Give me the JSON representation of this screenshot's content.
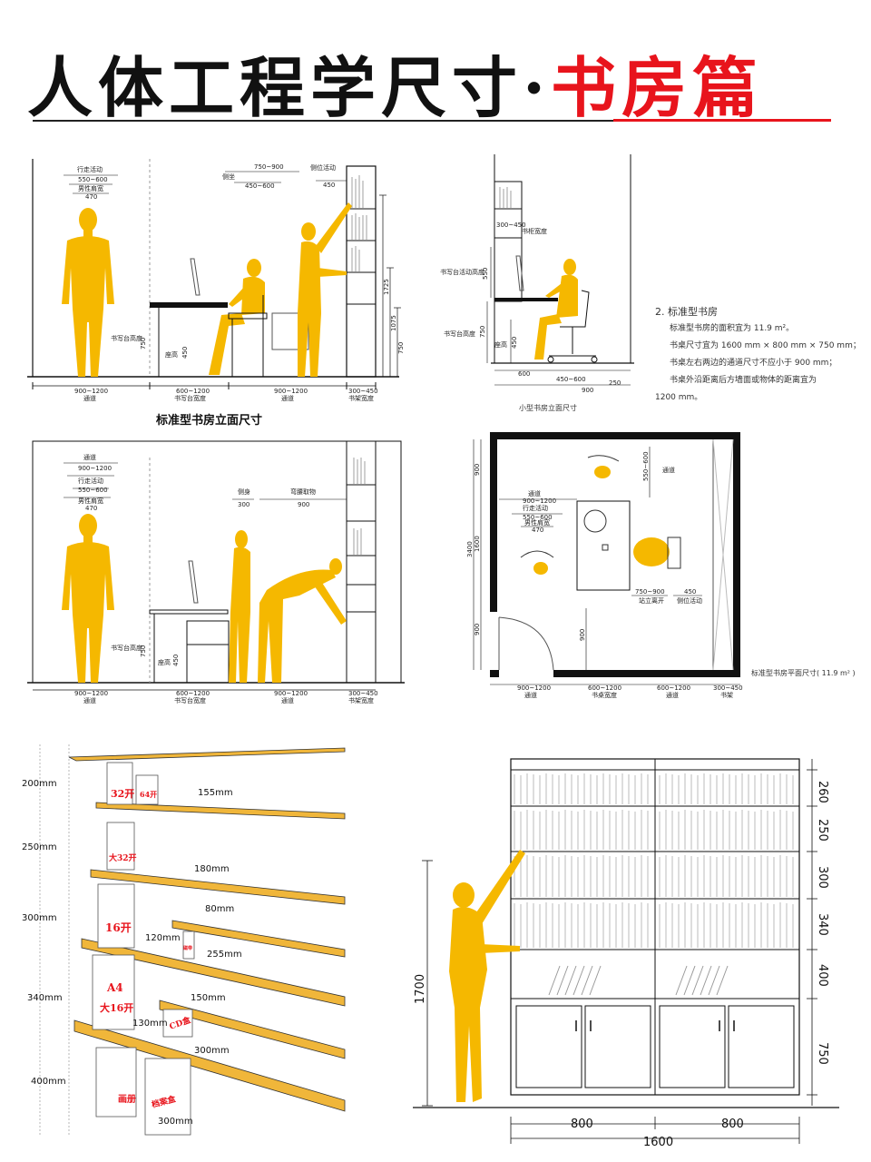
{
  "title": {
    "main": "人体工程学尺寸",
    "dot": "·",
    "accent": "书房篇"
  },
  "colors": {
    "figure": "#f5b800",
    "accent": "#e8141c",
    "shelf": "#f0b63a"
  },
  "panel1": {
    "caption": "标准型书房立面尺寸",
    "dims_top": {
      "walk": "行走活动",
      "walk_val": "550~600",
      "male": "男性肩宽",
      "male_val": "470",
      "side": "侧坐",
      "side_w": "750~900",
      "side_val": "450~600",
      "reach": "侧位活动",
      "reach_val": "450"
    },
    "labels": {
      "desk_h": "书写台高度",
      "desk_v": "750",
      "seat": "座高",
      "seat_v": "450",
      "h1": "1725",
      "h2": "1075",
      "h3": "750"
    },
    "bottom": [
      {
        "val": "900~1200",
        "name": "通道"
      },
      {
        "val": "600~1200",
        "name": "书写台宽度"
      },
      {
        "val": "900~1200",
        "name": "通道"
      },
      {
        "val": "300~450",
        "name": "书架宽度"
      }
    ]
  },
  "panel2": {
    "caption": "小型书房立面尺寸",
    "labels": {
      "shelf": "书柜宽度",
      "shelf_v": "300~450",
      "act": "书写台活动高度",
      "act_v": "550",
      "desk": "书写台高度",
      "desk_v": "750",
      "seat": "座高",
      "seat_v": "450"
    },
    "bottom": [
      {
        "val": "600"
      },
      {
        "val": "450~600"
      },
      {
        "val": "250"
      },
      {
        "val": "900"
      }
    ],
    "notes": {
      "heading": "2. 标准型书房",
      "lines": [
        "标准型书房的面积宜为 11.9 m²。",
        "书桌尺寸宜为 1600 mm × 800 mm × 750 mm；",
        "书桌左右两边的通道尺寸不应小于 900 mm；",
        "书桌外沿距离后方墙面或物体的距离宜为",
        "1200 mm。"
      ]
    }
  },
  "panel3": {
    "dims_top": {
      "aisle": "通道",
      "aisle_val": "900~1200",
      "walk": "行走活动",
      "walk_val": "550~600",
      "male": "男性肩宽",
      "male_val": "470",
      "side": "侧身",
      "side_val": "300",
      "bend": "弯腰取物",
      "bend_val": "900"
    },
    "labels": {
      "desk_h": "书写台高度",
      "desk_v": "750",
      "seat": "座高",
      "seat_v": "450"
    },
    "bottom": [
      {
        "val": "900~1200",
        "name": "通道"
      },
      {
        "val": "600~1200",
        "name": "书写台宽度"
      },
      {
        "val": "900~1200",
        "name": "通道"
      },
      {
        "val": "300~450",
        "name": "书架宽度"
      }
    ]
  },
  "panel4": {
    "caption": "标准型书房平面尺寸( 11.9 m² )",
    "labels": {
      "aisle": "通道",
      "aisle_val": "900~1200",
      "walk": "行走活动",
      "walk_val": "550~600",
      "male": "男性肩宽",
      "male_val": "470",
      "top_aisle": "通道",
      "stand": "站立离开",
      "stand_val": "750~900",
      "side": "侧位活动",
      "side_val": "450",
      "v1": "900",
      "v2": "1600",
      "v3": "900",
      "v4": "3400",
      "v5": "550~600",
      "v6": "900"
    },
    "bottom": [
      {
        "val": "900~1200",
        "name": "通道"
      },
      {
        "val": "600~1200",
        "name": "书桌宽度"
      },
      {
        "val": "600~1200",
        "name": "通道"
      },
      {
        "val": "300~450",
        "name": "书架"
      }
    ]
  },
  "panel5": {
    "rows": [
      {
        "height": "200mm",
        "books": [
          "32开",
          "64开"
        ],
        "depth": "155mm"
      },
      {
        "height": "250mm",
        "books": [
          "大32开"
        ],
        "depth": "180mm"
      },
      {
        "height": "300mm",
        "books": [
          "16开"
        ],
        "depth": "80mm",
        "extra": "120mm",
        "extra2": "255mm",
        "small": "磁带"
      },
      {
        "height": "340mm",
        "books": [
          "A4",
          "大16开"
        ],
        "depth": "150mm",
        "extra": "130mm",
        "small": "CD盒",
        "extra2": "300mm"
      },
      {
        "height": "400mm",
        "books": [
          "画册",
          "档案盒"
        ],
        "depth": "300mm"
      }
    ]
  },
  "panel6": {
    "rows": [
      "260",
      "250",
      "300",
      "340",
      "400",
      "750"
    ],
    "height": "1700",
    "widths": [
      "800",
      "800"
    ],
    "total": "1600"
  }
}
